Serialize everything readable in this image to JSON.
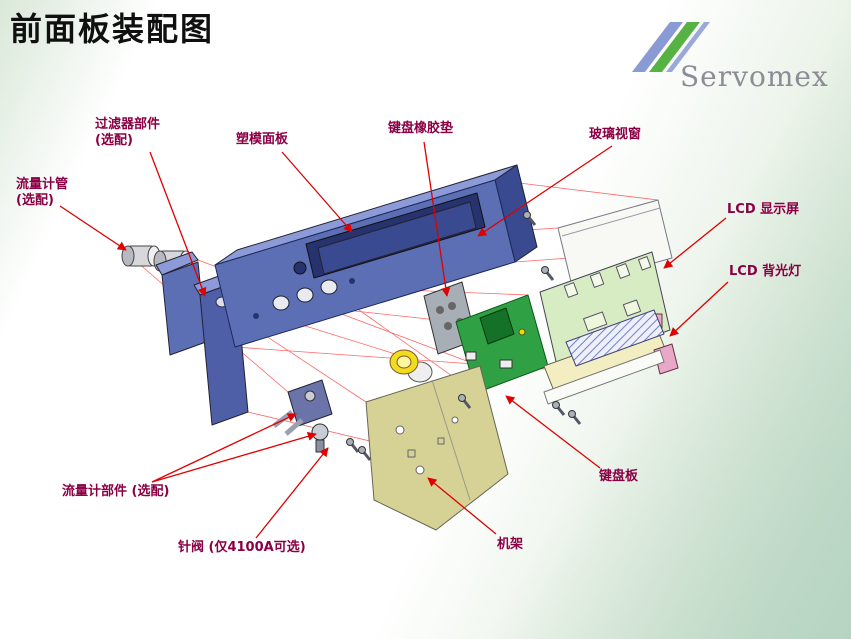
{
  "page": {
    "title": "前面板装配图",
    "brand": "Servomex"
  },
  "colors": {
    "label": "#8b0045",
    "leader": "#e00000",
    "panel_blue": "#5c6fb4",
    "panel_blue_light": "#8c9ad8",
    "panel_blue_dark": "#3a4a90",
    "pcb_green": "#2fa044",
    "lcd_board": "#d8ecc4",
    "chassis_tan": "#d6d296",
    "backlight_cream": "#f2eec2"
  },
  "labels": [
    {
      "name": "filter-assembly",
      "lines": [
        "过滤器部件",
        "(选配)"
      ]
    },
    {
      "name": "flow-tube",
      "lines": [
        "流量计管",
        "(选配)"
      ]
    },
    {
      "name": "molded-panel",
      "lines": [
        "塑模面板"
      ]
    },
    {
      "name": "keypad-rubber",
      "lines": [
        "键盘橡胶垫"
      ]
    },
    {
      "name": "glass-window",
      "lines": [
        "玻璃视窗"
      ]
    },
    {
      "name": "lcd-display",
      "lines": [
        "LCD 显示屏"
      ]
    },
    {
      "name": "lcd-backlight",
      "lines": [
        "LCD  背光灯"
      ]
    },
    {
      "name": "flow-assembly",
      "lines": [
        "流量计部件 (选配)"
      ]
    },
    {
      "name": "needle-valve",
      "lines": [
        "针阀 (仅4100A可选)"
      ]
    },
    {
      "name": "keyboard-board",
      "lines": [
        "键盘板"
      ]
    },
    {
      "name": "chassis",
      "lines": [
        "机架"
      ]
    }
  ]
}
